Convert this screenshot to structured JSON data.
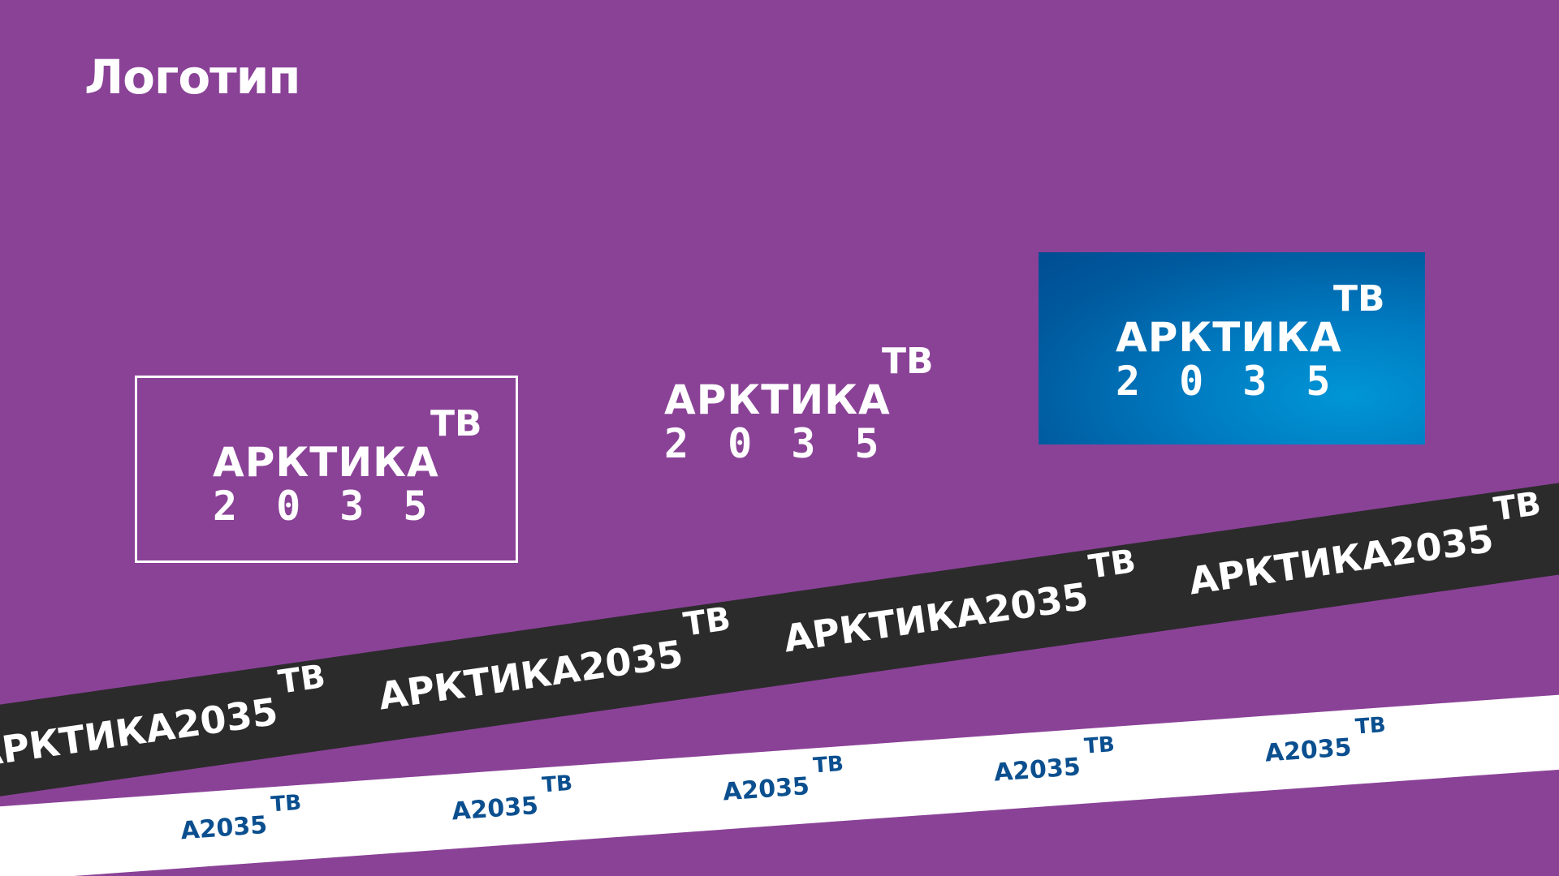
{
  "heading": "Логотип",
  "logo": {
    "word": "АРКТИКА",
    "superscript": "ТВ",
    "digits": [
      "2",
      "0",
      "3",
      "5"
    ]
  },
  "bands": {
    "dark": {
      "text": "АРКТИКА2035",
      "superscript": "ТВ"
    },
    "light": {
      "text": "А2035",
      "superscript": "ТВ"
    }
  },
  "colors": {
    "background": "#8a4297",
    "text": "#ffffff",
    "blue_box": "#0074bd",
    "dark_band": "#2b2b2b",
    "light_band": "#ffffff",
    "light_band_text": "#0b4f8f"
  }
}
